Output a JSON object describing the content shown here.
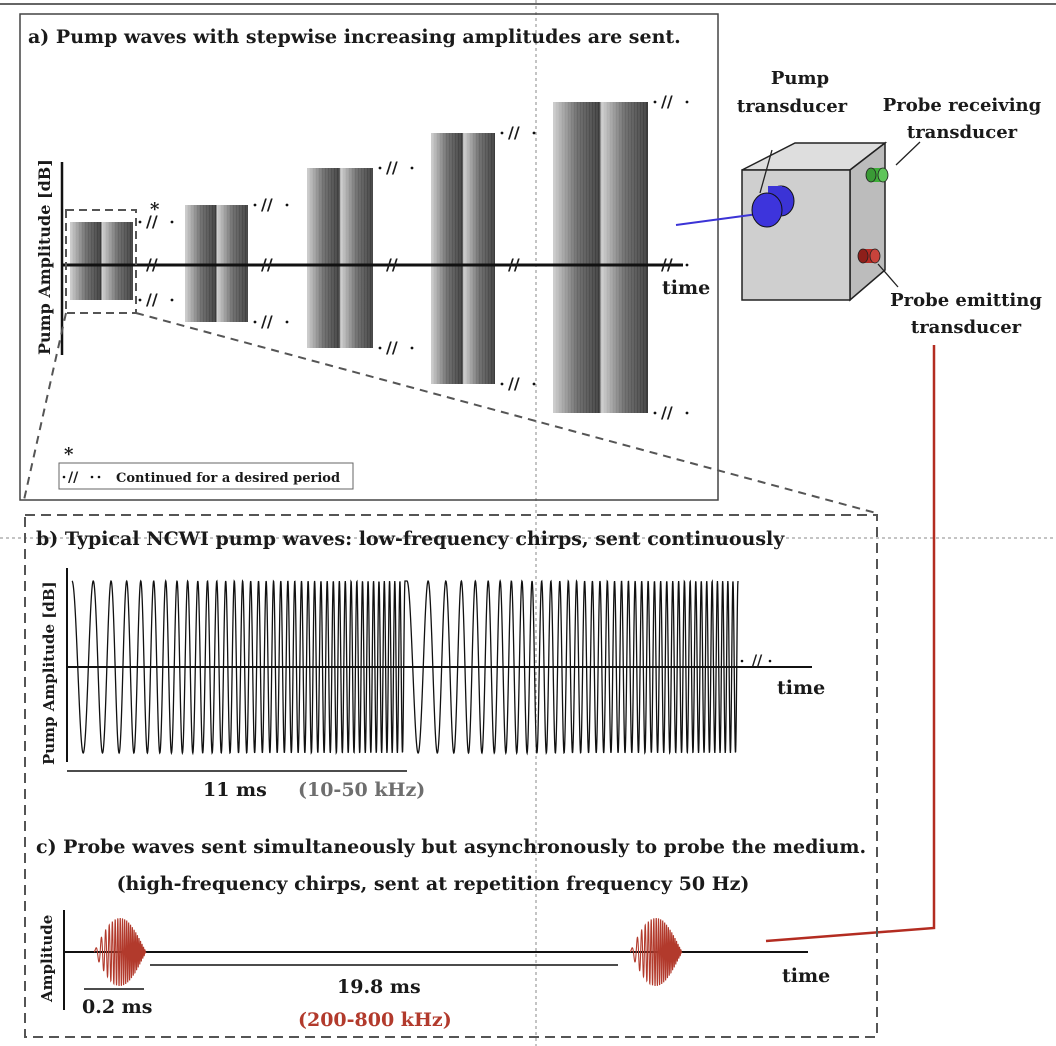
{
  "panel_a": {
    "title": "a) Pump waves with stepwise increasing amplitudes are sent.",
    "ylabel": "Pump Amplitude [dB]",
    "time_label": "time",
    "break_glyph": "//",
    "asterisk": "*",
    "legend_text": "Continued for a desired period",
    "burst_count": 5
  },
  "transducer": {
    "pump_label_line1": "Pump",
    "pump_label_line2": "transducer",
    "receiving_line1": "Probe receiving",
    "receiving_line2": "transducer",
    "emitting_line1": "Probe emitting",
    "emitting_line2": "transducer",
    "pump_color": "#3b33d6",
    "receiving_color": "#3fae3a",
    "emitting_color": "#b52a24"
  },
  "panel_b": {
    "title": "b) Typical NCWI pump waves: low-frequency chirps, sent continuously",
    "ylabel": "Pump Amplitude [dB]",
    "time_label": "time",
    "duration_label": "11 ms",
    "freq_label": "(10-50 kHz)",
    "freq_color": "#6e6e6e"
  },
  "panel_c": {
    "title": "c) Probe waves sent simultaneously but asynchronously to probe the medium.",
    "subtitle": "(high-frequency chirps, sent at repetition frequency 50 Hz)",
    "ylabel": "Amplitude",
    "time_label": "time",
    "short_label": "0.2 ms",
    "interval_label": "19.8 ms",
    "freq_label": "(200-800 kHz)",
    "freq_color": "#b23a2c"
  }
}
